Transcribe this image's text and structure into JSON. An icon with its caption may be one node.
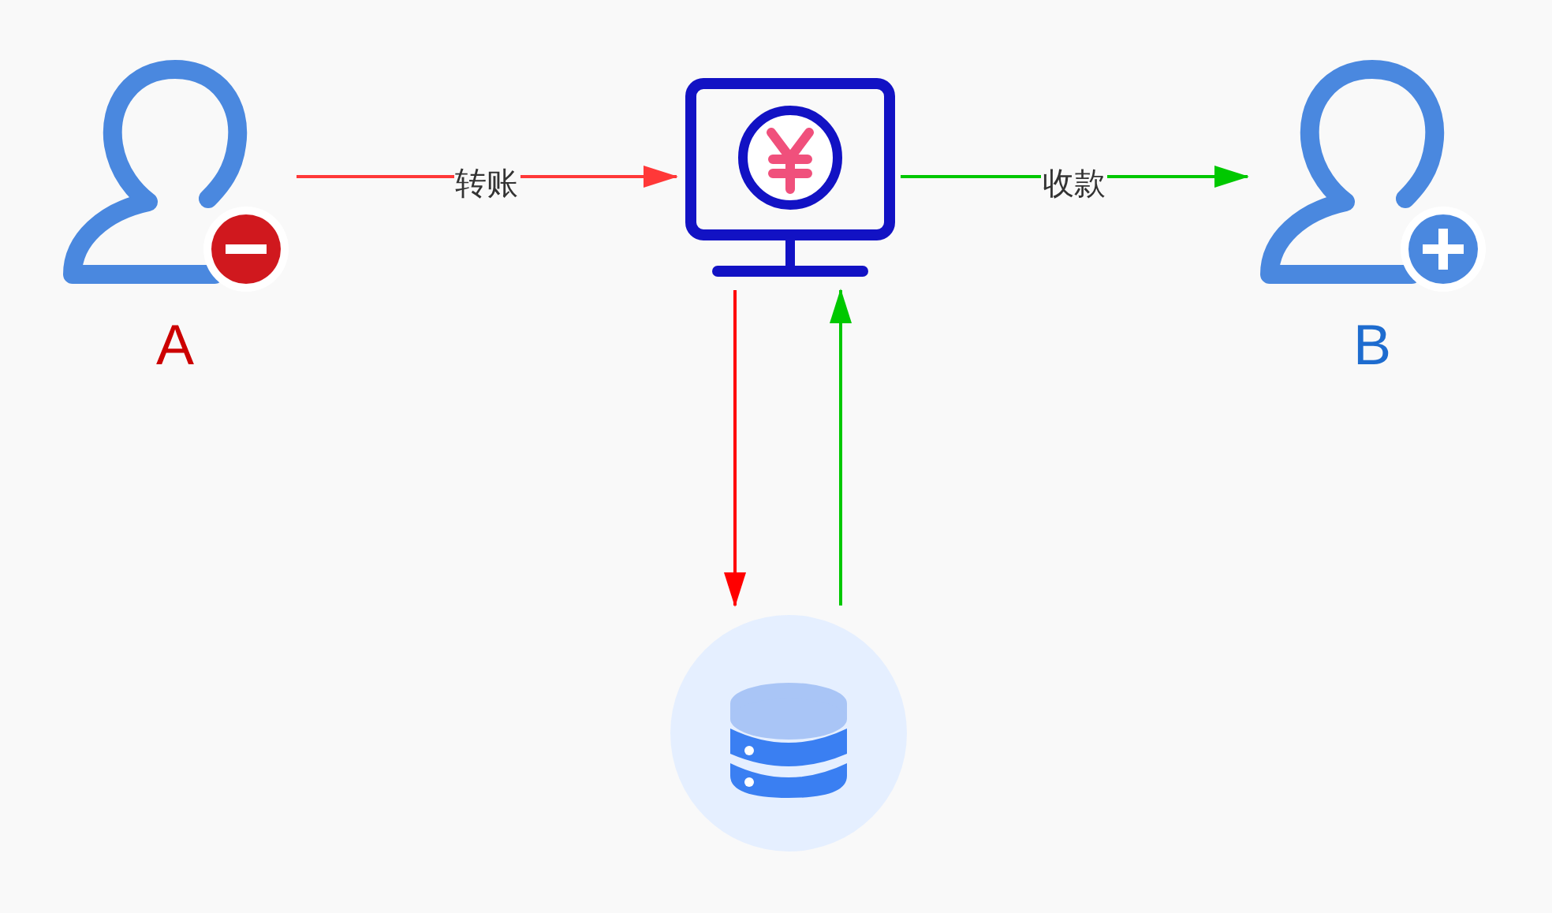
{
  "diagram": {
    "nodes": [
      {
        "text": [
          "A"
        ]
      },
      {
        "text": [],
        "shape": "computer"
      },
      {
        "text": [
          "B"
        ]
      },
      {
        "text": [],
        "shape": "circle"
      }
    ],
    "edges": [
      {
        "from": 0,
        "to": 1,
        "arrow": "to",
        "label": "转账",
        "color": "#ff3838"
      },
      {
        "from": 1,
        "to": 2,
        "arrow": "to",
        "label": "收款",
        "color": "#00c800"
      },
      {
        "from": 1,
        "to": 3,
        "arrow": "to",
        "color": "#ff0000"
      },
      {
        "from": 3,
        "to": 1,
        "arrow": "to",
        "color": "#00c800"
      }
    ]
  }
}
